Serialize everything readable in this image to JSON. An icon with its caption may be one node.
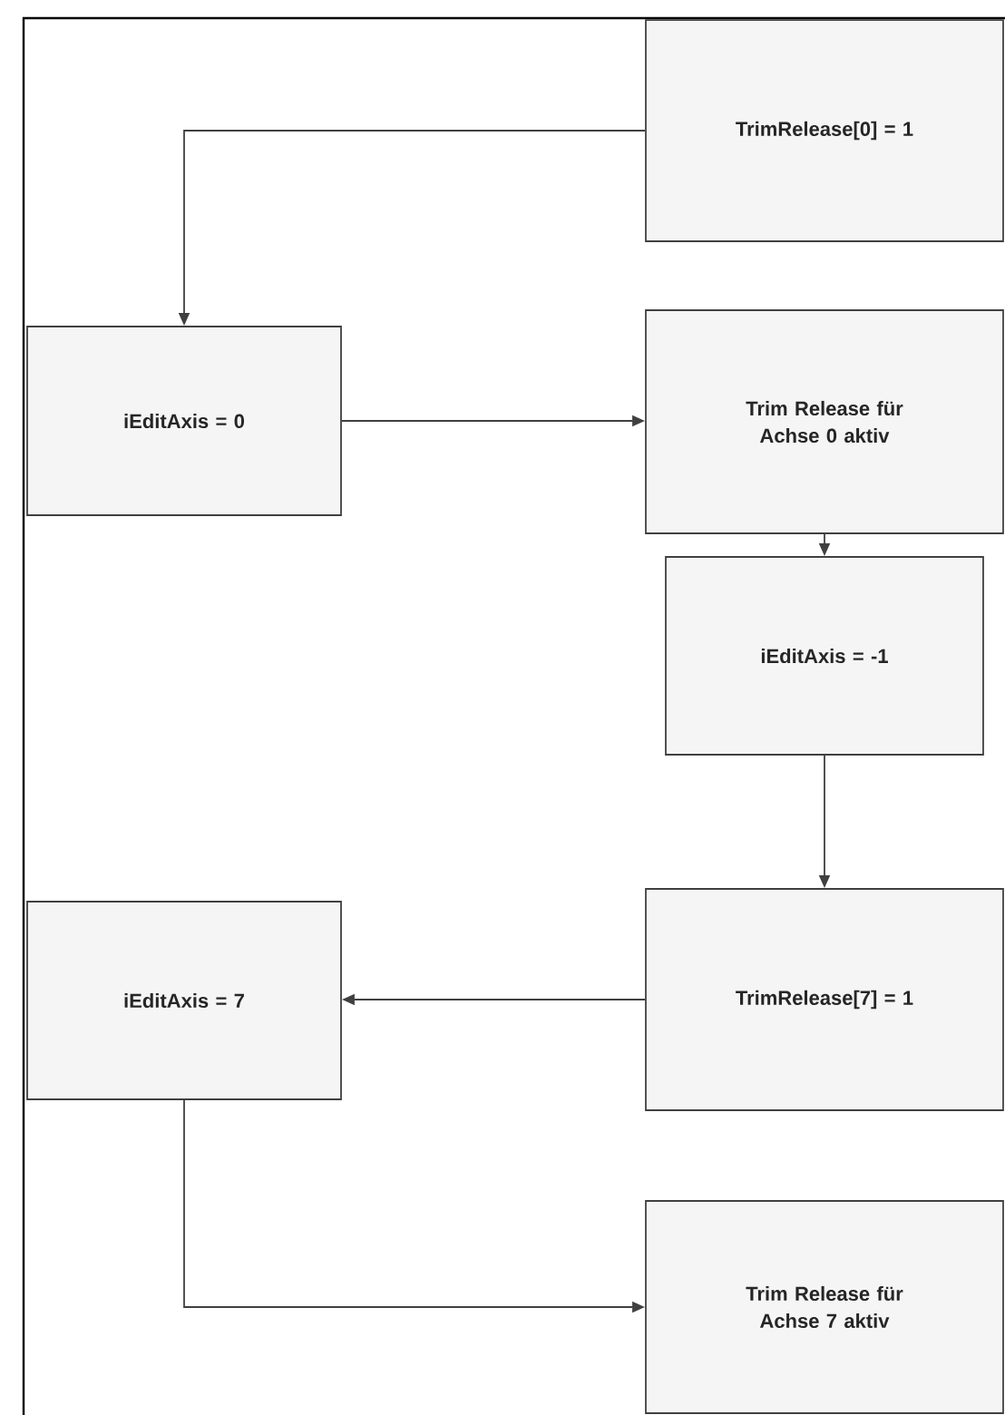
{
  "diagram": {
    "nodes": [
      {
        "text": [
          "TrimRelease[0] = 1"
        ]
      },
      {
        "text": [
          "iEditAxis = 0"
        ]
      },
      {
        "text": [
          "Trim Release für Achse 0 aktiv"
        ]
      },
      {
        "text": [
          "iEditAxis = -1"
        ]
      },
      {
        "text": [
          "TrimRelease[7] = 1"
        ]
      },
      {
        "text": [
          "iEditAxis = 7"
        ]
      },
      {
        "text": [
          "Trim Release für Achse 7 aktiv"
        ]
      }
    ],
    "edges": [
      {
        "from": 0,
        "to": 1,
        "arrow": "to"
      },
      {
        "from": 1,
        "to": 2,
        "arrow": "to"
      },
      {
        "from": 2,
        "to": 3,
        "arrow": "to"
      },
      {
        "from": 3,
        "to": 4,
        "arrow": "to"
      },
      {
        "from": 4,
        "to": 5,
        "arrow": "to"
      },
      {
        "from": 5,
        "to": 6,
        "arrow": "to"
      }
    ]
  }
}
